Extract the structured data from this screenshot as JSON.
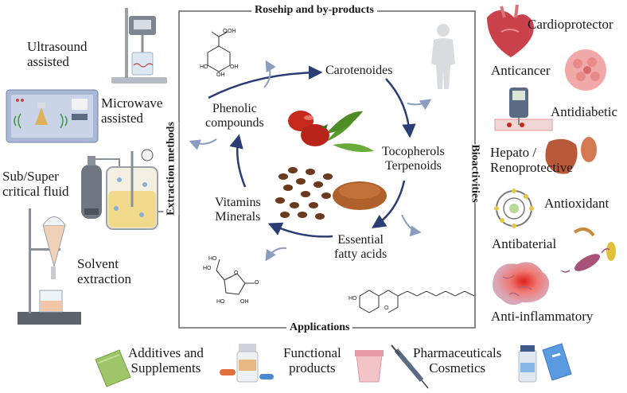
{
  "frame": {
    "top_label": "Rosehip and by-products",
    "bottom_label": "Applications",
    "left_label": "Extraction methods",
    "right_label": "Bioactivities"
  },
  "extraction_methods": [
    {
      "name": "ultrasound",
      "lines": [
        "Ultrasound",
        "assisted"
      ]
    },
    {
      "name": "microwave",
      "lines": [
        "Microwave",
        "assisted"
      ]
    },
    {
      "name": "supercritical",
      "lines": [
        "Sub/Super",
        "critical fluid"
      ]
    },
    {
      "name": "solvent",
      "lines": [
        "Solvent",
        "extraction"
      ]
    }
  ],
  "compound_cycle": [
    {
      "name": "carotenoides",
      "lines": [
        "Carotenoides"
      ]
    },
    {
      "name": "tocopherols",
      "lines": [
        "Tocopherols",
        "Terpenoids"
      ]
    },
    {
      "name": "fatty-acids",
      "lines": [
        "Essential",
        "fatty acids"
      ]
    },
    {
      "name": "vitamins",
      "lines": [
        "Vitamins",
        "Minerals"
      ]
    },
    {
      "name": "phenolic",
      "lines": [
        "Phenolic",
        "compounds"
      ]
    }
  ],
  "bioactivities": [
    {
      "name": "cardioprotector",
      "lines": [
        "Cardioprotector"
      ]
    },
    {
      "name": "anticancer",
      "lines": [
        "Anticancer"
      ]
    },
    {
      "name": "antidiabetic",
      "lines": [
        "Antidiabetic"
      ]
    },
    {
      "name": "hepato",
      "lines": [
        "Hepato /",
        "Renoprotective"
      ]
    },
    {
      "name": "antioxidant",
      "lines": [
        "Antioxidant"
      ]
    },
    {
      "name": "antibaterial",
      "lines": [
        "Antibaterial"
      ]
    },
    {
      "name": "anti-inflammatory",
      "lines": [
        "Anti-inflammatory"
      ]
    }
  ],
  "applications": [
    {
      "name": "additives",
      "lines": [
        "Additives and",
        "Supplements"
      ]
    },
    {
      "name": "functional",
      "lines": [
        "Functional",
        "products"
      ]
    },
    {
      "name": "pharma",
      "lines": [
        "Pharmaceuticals",
        "Cosmetics"
      ]
    }
  ],
  "molecules": {
    "phenolic_labels": [
      "O",
      "OH",
      "HO",
      "OH",
      "OH"
    ],
    "ascorbic_labels": [
      "HO",
      "HO",
      "O",
      "O",
      "HO",
      "OH"
    ],
    "tocopherol_labels": [
      "HO",
      "O"
    ]
  },
  "colors": {
    "frame": "#7a7a7a",
    "arrow_dark": "#2a3e75",
    "arrow_light": "#8a9cc0",
    "rosehip": "#c62a1d",
    "leaf": "#5a9a2c",
    "seed": "#6a3a1e",
    "powder": "#b0602a"
  }
}
